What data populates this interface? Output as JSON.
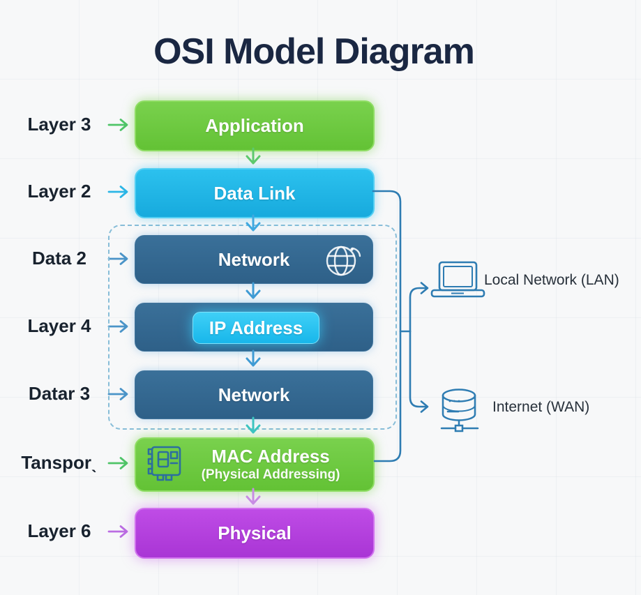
{
  "title": "OSI Model Diagram",
  "rows": [
    {
      "label": "Layer 3",
      "box": "Application"
    },
    {
      "label": "Layer 2",
      "box": "Data Link"
    },
    {
      "label": "Data 2",
      "box": "Network"
    },
    {
      "label": "Layer 4",
      "box": "IP Address"
    },
    {
      "label": "Datar 3",
      "box": "Network"
    },
    {
      "label": "Tansporˎ",
      "box": "MAC Address",
      "sub": "(Physical Addressing)"
    },
    {
      "label": "Layer 6",
      "box": "Physical"
    }
  ],
  "right_annotations": {
    "lan": "Local Network (LAN)",
    "wan": "Internet (WAN)"
  },
  "icons": {
    "globe_signal": "globe-signal-icon",
    "network_card": "network-card-icon",
    "laptop": "laptop-icon",
    "server": "server-icon"
  },
  "colors": {
    "title_navy": "#1a2742",
    "box_green": "#6dc83e",
    "box_cyan": "#1eb5e6",
    "box_steel_blue": "#33678f",
    "box_purple": "#b341de",
    "ip_inner_cyan": "#25c2f0",
    "dashed_border": "#87bdd8",
    "connector_blue": "#2e7cb2",
    "arrow_green": "#4fc468",
    "arrow_cyan": "#2cb6e6",
    "arrow_steel": "#4b94c8",
    "arrow_teal": "#3cc4c0",
    "arrow_purple": "#bb6ce2"
  }
}
